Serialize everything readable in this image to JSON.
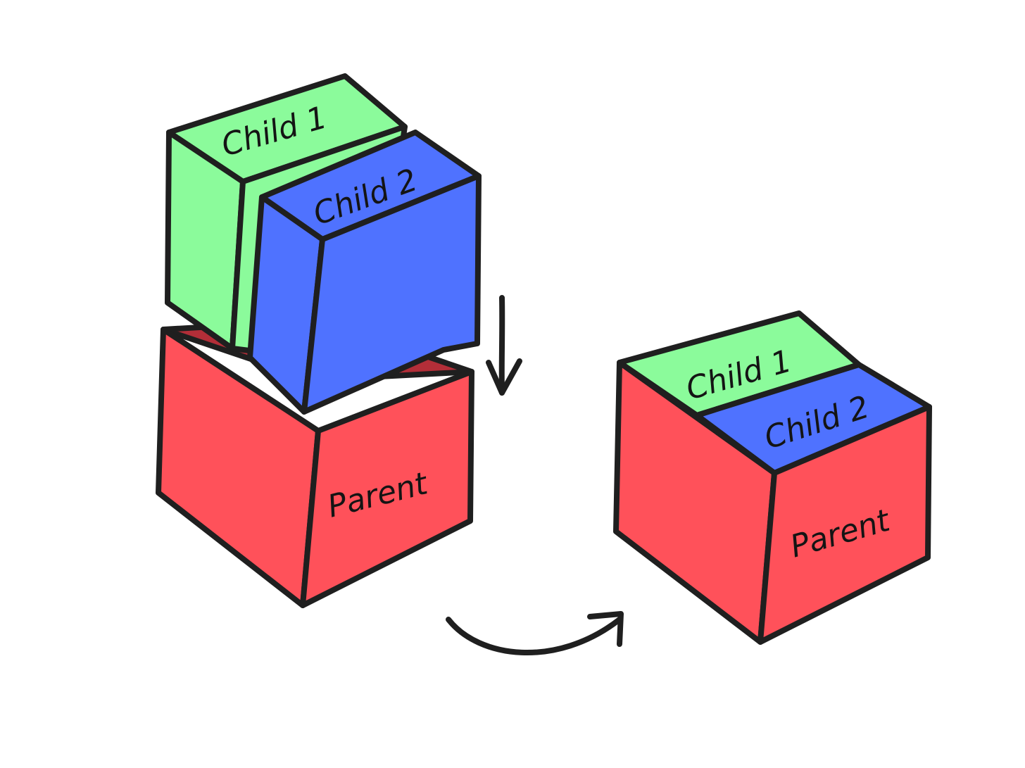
{
  "labels": {
    "left_child1": "Child 1",
    "left_child2": "Child 2",
    "left_parent": "Parent",
    "right_child1": "Child 1",
    "right_child2": "Child 2",
    "right_parent": "Parent"
  },
  "colors": {
    "child1": "#8BFB9B",
    "child2": "#4F72FF",
    "parent": "#FF515A",
    "parent_shadow": "#B32E38",
    "ink": "#1F1F1F"
  }
}
